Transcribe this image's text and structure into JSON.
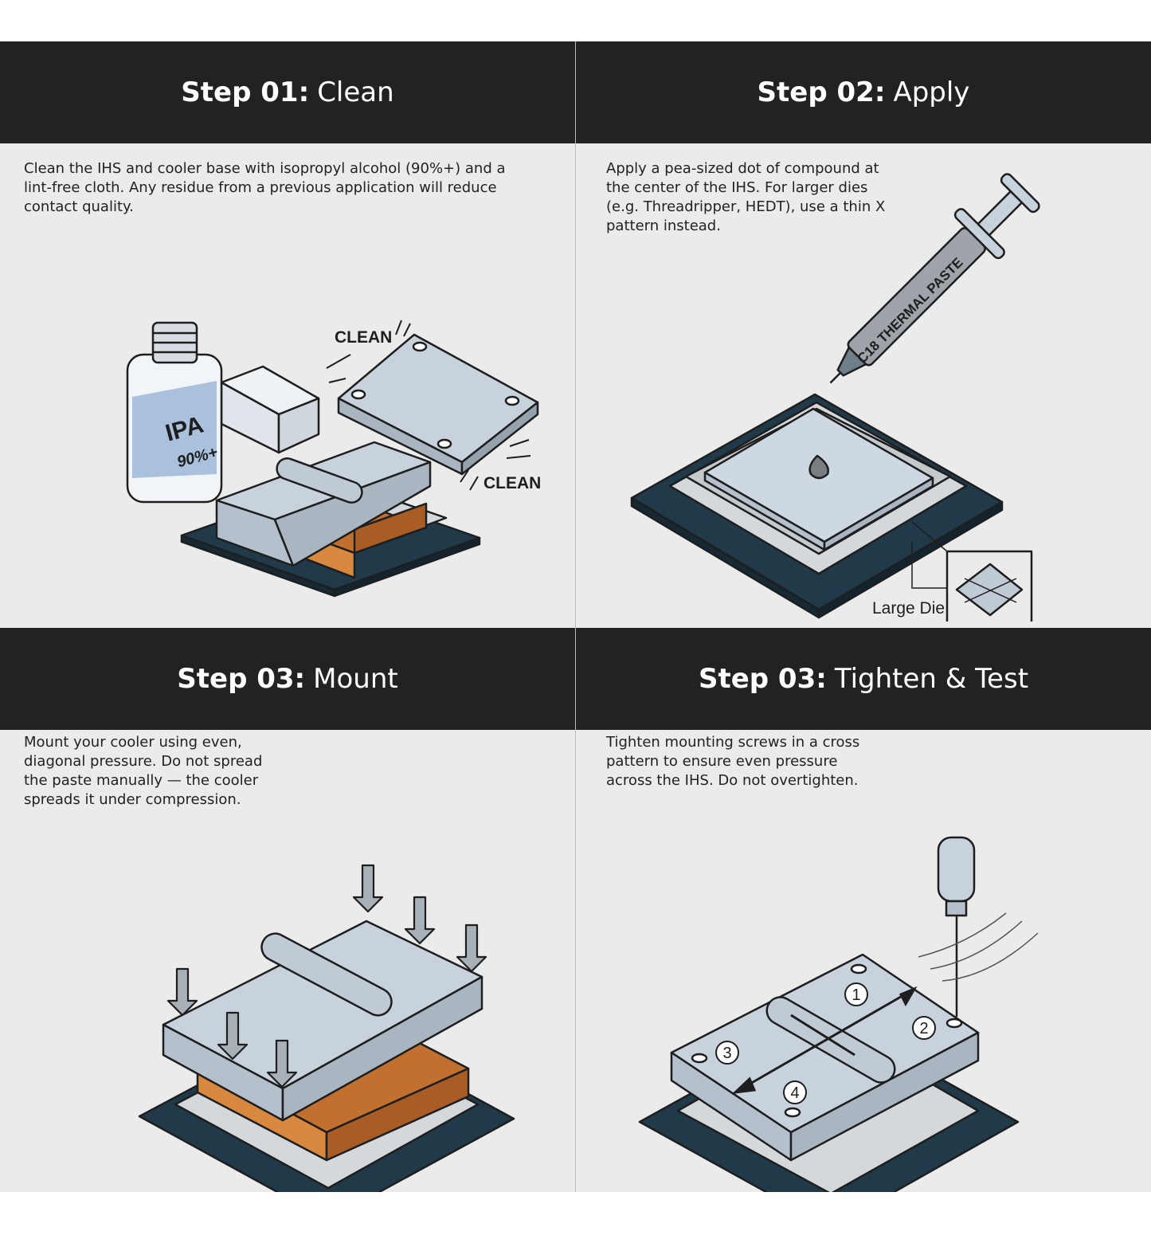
{
  "steps": [
    {
      "label": "Step 01:",
      "action": "Clean",
      "description": "Clean the IHS and cooler base with isopropyl alcohol (90%+) and a lint-free cloth. Any residue from a previous application will reduce contact quality.",
      "callouts": [
        "CLEAN",
        "CLEAN"
      ],
      "bottle_label": "IPA",
      "bottle_sub": "90%+"
    },
    {
      "label": "Step 02:",
      "action": "Apply",
      "description": "Apply a pea-sized dot of compound at the center of the IHS. For larger dies (e.g. Threadripper, HEDT), use a thin X pattern instead.",
      "syringe_label": "C18 THERMAL PASTE",
      "inset_label": "Large Die"
    },
    {
      "label": "Step 03:",
      "action": "Mount",
      "description": "Mount your cooler using even, diagonal pressure. Do not spread the paste manually — the cooler spreads it under compression."
    },
    {
      "label": "Step 03:",
      "action": "Tighten & Test",
      "description": "Tighten mounting screws in a cross pattern to ensure even pressure across the IHS. Do not overtighten.",
      "screw_order": [
        "1",
        "2",
        "3",
        "4"
      ]
    }
  ],
  "colors": {
    "header": "#222222",
    "panel": "#ebebeb",
    "pcb": "#203a4a",
    "metal": "#c7d2dc",
    "copper": "#c2702f",
    "liquid": "#a9c1dc"
  }
}
